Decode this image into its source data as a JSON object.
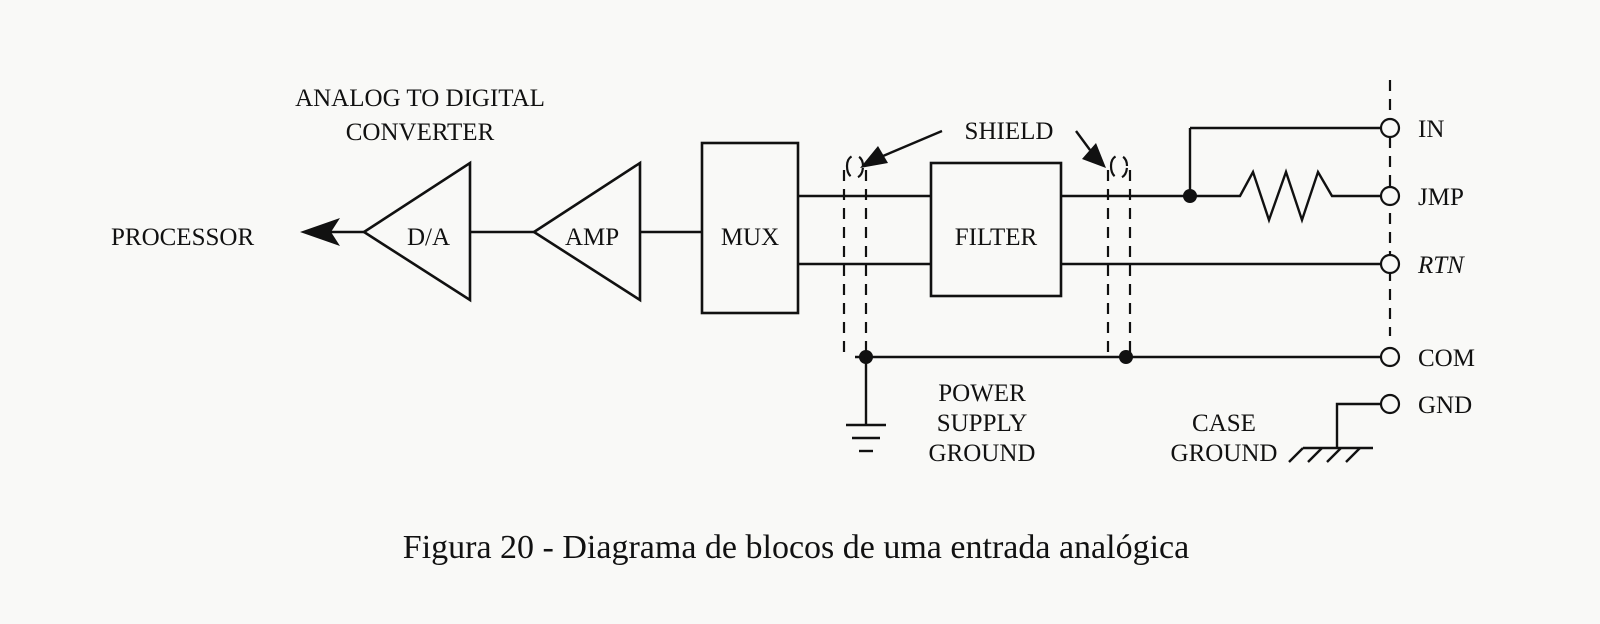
{
  "diagram": {
    "adc_title_line1": "ANALOG TO DIGITAL",
    "adc_title_line2": "CONVERTER",
    "processor": "PROCESSOR",
    "da": "D/A",
    "amp": "AMP",
    "mux": "MUX",
    "filter": "FILTER",
    "shield": "SHIELD",
    "terminals": {
      "in": "IN",
      "jmp": "JMP",
      "rtn": "RTN",
      "com": "COM",
      "gnd": "GND"
    },
    "power_supply_ground": [
      "POWER",
      "SUPPLY",
      "GROUND"
    ],
    "case_ground": [
      "CASE",
      "GROUND"
    ]
  },
  "caption": "Figura 20 - Diagrama de blocos de uma entrada analógica"
}
